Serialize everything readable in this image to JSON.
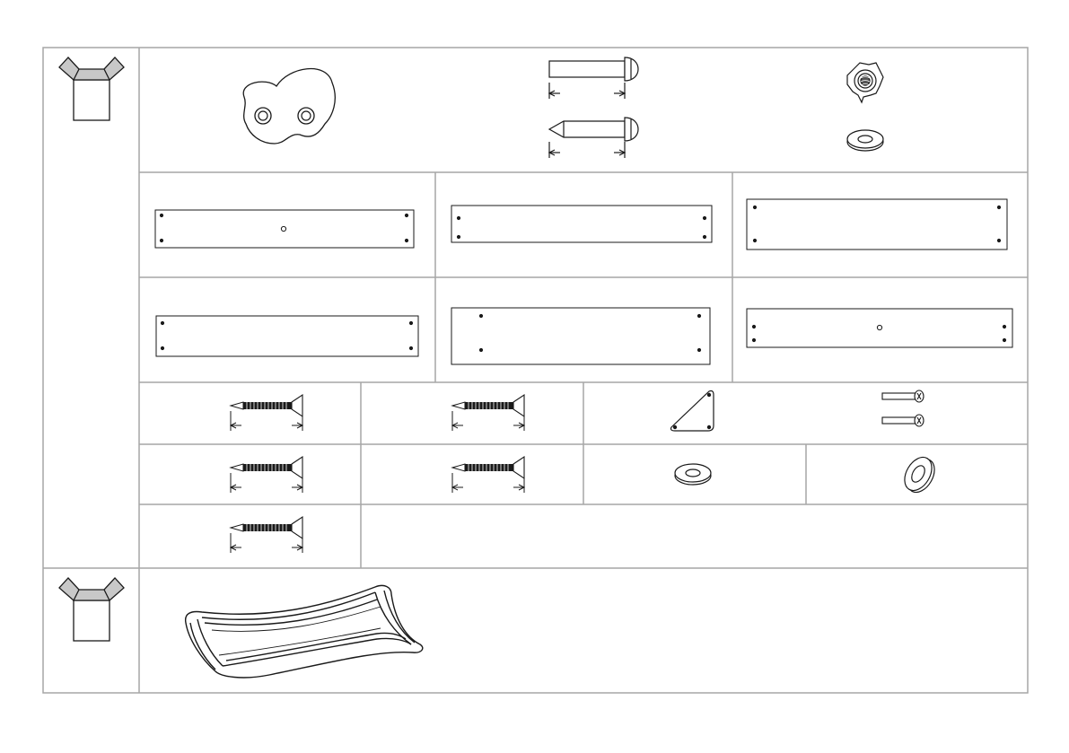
{
  "document": {
    "type": "parts-inventory-sheet",
    "text_content": [],
    "colors": {
      "grid_line": "#a6a6a6",
      "ink": "#1a1a1a",
      "box_flap_fill": "#c8c8c8"
    },
    "sections": [
      {
        "name": "hardware-box",
        "icon": "open-box-icon",
        "rows": [
          [
            "climbing-hold-icon",
            "round-head-bolt-icon",
            "t-nut-icon"
          ],
          [
            "long-board-with-center-hole-icon",
            "long-board-icon",
            "wide-board-icon"
          ],
          [
            "long-board-icon",
            "wide-board-icon",
            "long-board-with-center-hole-icon"
          ],
          [
            "wood-screw-icon",
            "wood-screw-icon",
            "triangle-gusset-icon",
            "short-bolt-icon"
          ],
          [
            "wood-screw-icon",
            "wood-screw-icon",
            "flat-washer-icon",
            "lock-washer-icon"
          ],
          [
            "wood-screw-icon"
          ]
        ]
      },
      {
        "name": "slide-box",
        "icon": "open-box-icon",
        "rows": [
          [
            "wave-slide-icon"
          ]
        ]
      }
    ]
  }
}
